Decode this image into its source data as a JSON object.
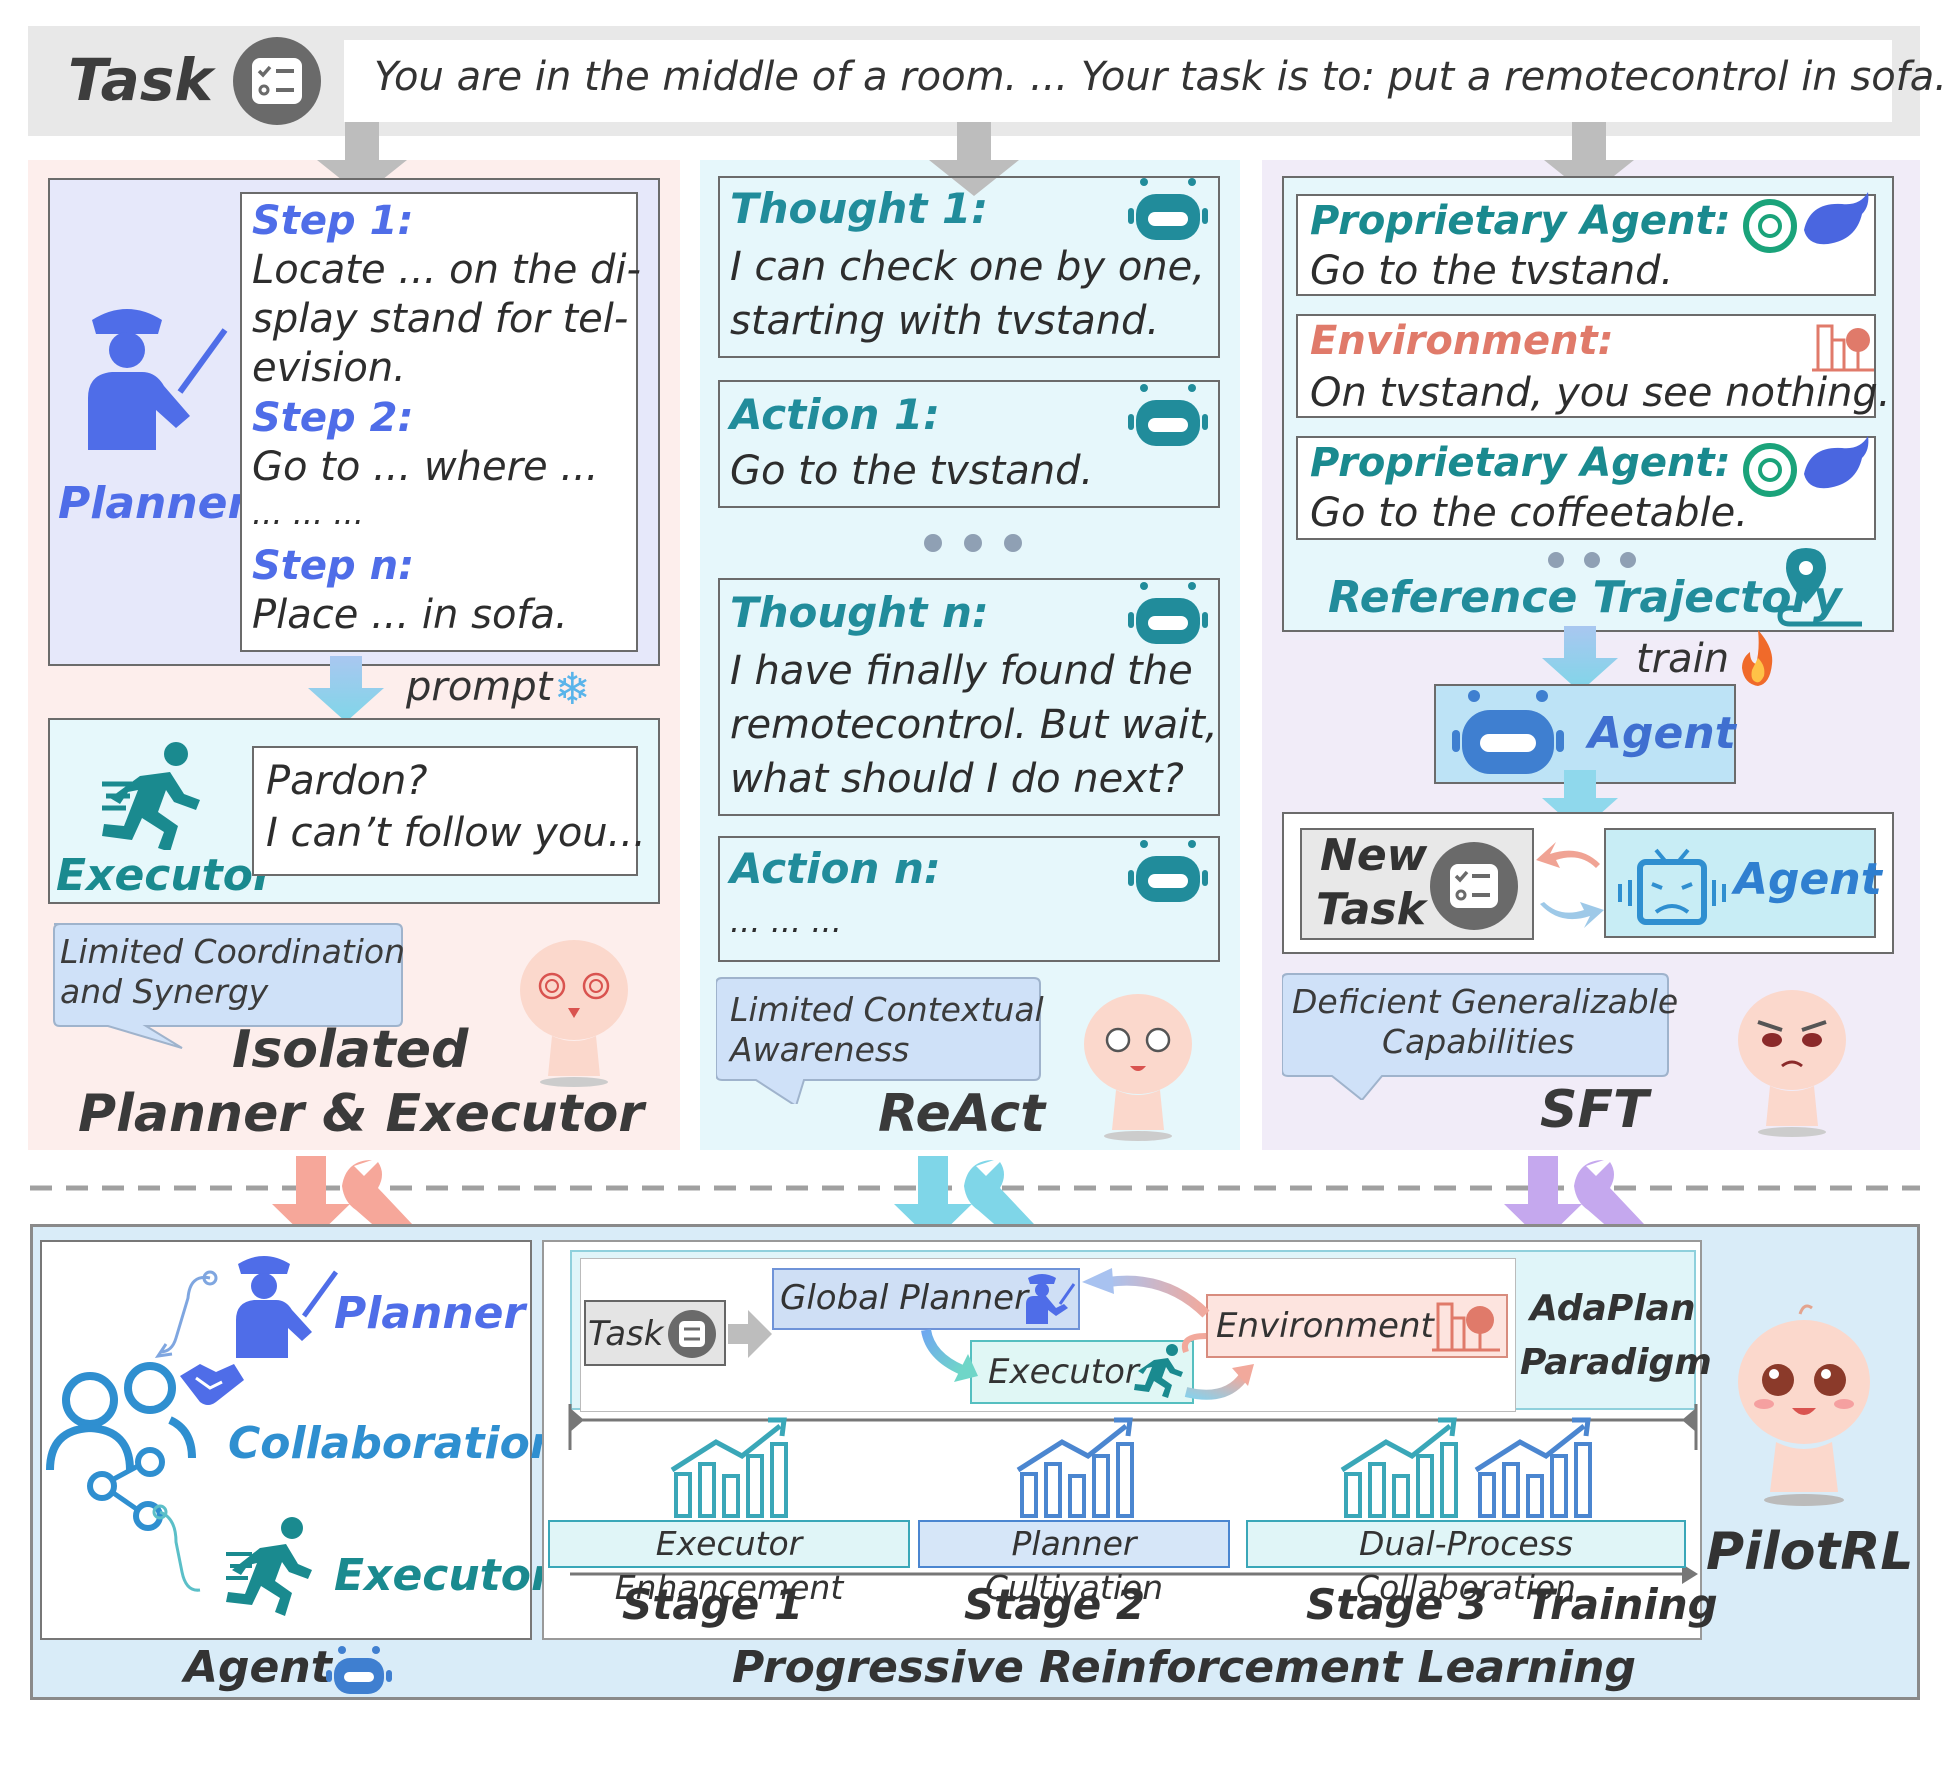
{
  "task": {
    "label": "Task",
    "text": "You are in the middle of a room. ... Your task is to: put a remotecontrol in sofa."
  },
  "isolated": {
    "planner_label": "Planner",
    "step1_label": "Step 1:",
    "step1_text": [
      "Locate ... on the di-",
      "splay stand for tel-",
      "evision."
    ],
    "step2_label": "Step 2:",
    "step2_text": "Go to ... where ...",
    "ellipsis": "... ... ...",
    "stepn_label": "Step n:",
    "stepn_text": "Place ... in sofa.",
    "prompt_label": "prompt",
    "executor_label": "Executor",
    "executor_text": [
      "Pardon?",
      "I can’t follow you..."
    ],
    "bubble": [
      "Limited Coordination",
      "and Synergy"
    ],
    "title": [
      "Isolated",
      "Planner & Executor"
    ]
  },
  "react": {
    "thought1_label": "Thought 1:",
    "thought1_text": [
      "I can check one by one,",
      "starting with tvstand."
    ],
    "action1_label": "Action 1:",
    "action1_text": "Go to the tvstand.",
    "thoughtn_label": "Thought n:",
    "thoughtn_text": [
      "I have finally found the",
      "remotecontrol. But wait,",
      "what should I do next?"
    ],
    "actionn_label": "Action n:",
    "actionn_text": "... ... ...",
    "bubble": [
      "Limited Contextual",
      "Awareness"
    ],
    "title": "ReAct"
  },
  "sft": {
    "prop1_label": "Proprietary Agent:",
    "prop1_text": "Go to the tvstand.",
    "env_label": "Environment:",
    "env_text": "On tvstand, you see nothing.",
    "prop2_label": "Proprietary Agent:",
    "prop2_text": "Go to the coffeetable.",
    "ref_label": "Reference Trajectory",
    "train_label": "train",
    "agent_label": "Agent",
    "new_task_label": [
      "New",
      "Task"
    ],
    "agent2_label": "Agent",
    "bubble": [
      "Deficient Generalizable",
      "Capabilities"
    ],
    "title": "SFT"
  },
  "pilotrl": {
    "planner_label": "Planner",
    "collab_label": "Collaboration",
    "executor_label": "Executor",
    "agent_title": "Agent",
    "task_label": "Task",
    "global_planner_label": "Global Planner",
    "environment_label": "Environment",
    "executor_box_label": "Executor",
    "adaplan_label": [
      "AdaPlan",
      "Paradigm"
    ],
    "stage_boxes": [
      "Executor Enhancement",
      "Planner Cultivation",
      "Dual-Process Collaboration"
    ],
    "stages": [
      "Stage 1",
      "Stage 2",
      "Stage 3"
    ],
    "training_label": "Training",
    "prl_title": "Progressive Reinforcement Learning",
    "title": "PilotRL"
  },
  "colors": {
    "planner_blue": "#4f6de8",
    "teal": "#1a8a8f",
    "env_red": "#e07a6a",
    "arrow_pink": "#f6a79a",
    "arrow_cyan": "#7fd6e8",
    "arrow_purple": "#c5a8ee"
  }
}
